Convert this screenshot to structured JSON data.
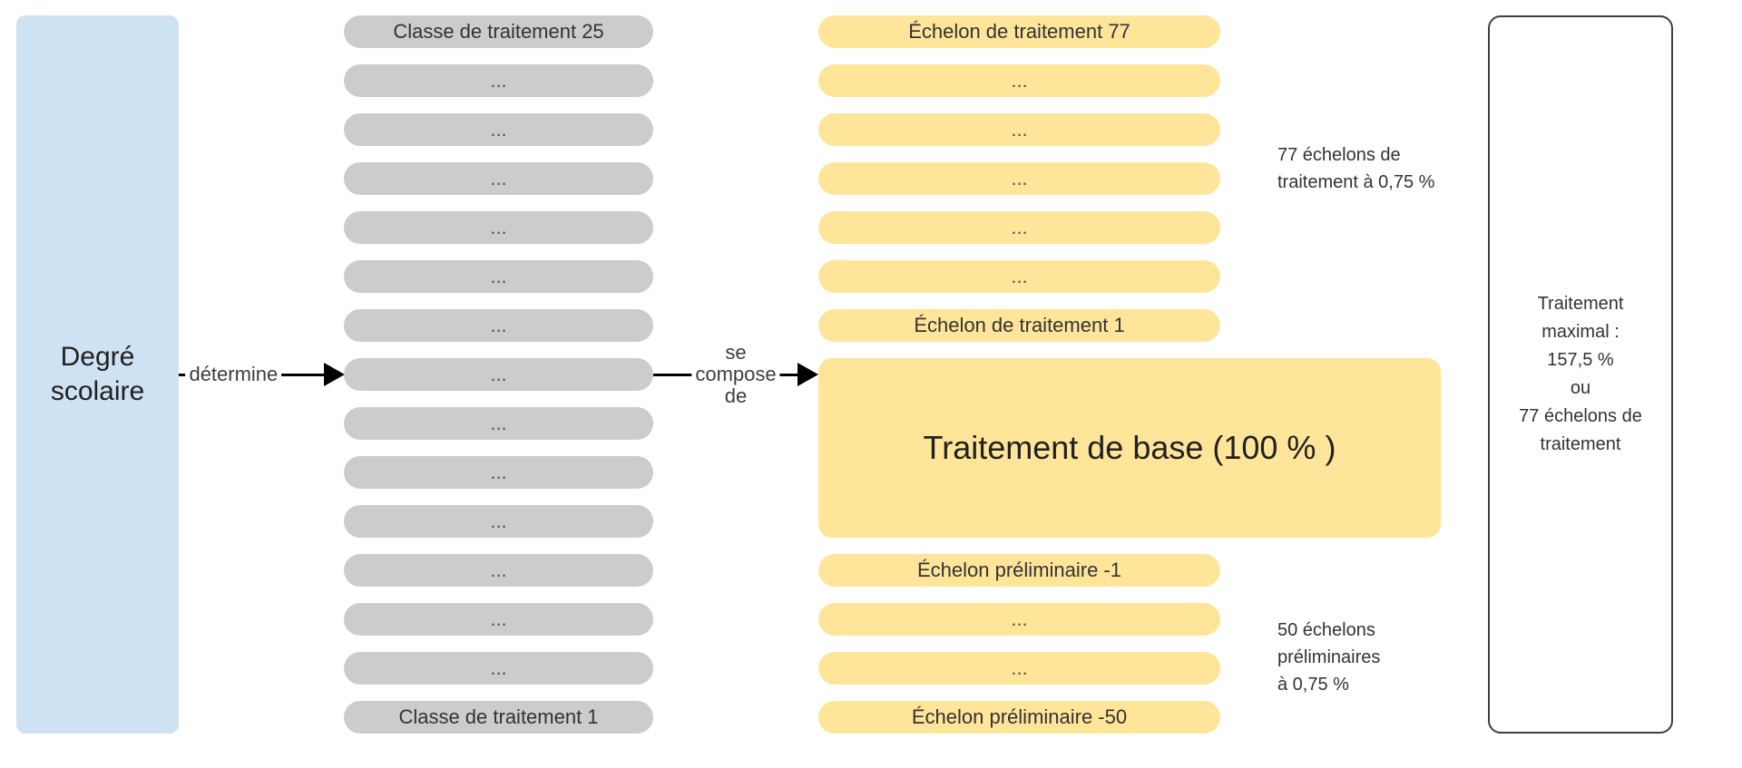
{
  "palette": {
    "source_blue": "#cfe2f3",
    "class_gray": "#cccccc",
    "echelon_yellow": "#ffe599",
    "arrow_black": "#000000",
    "summary_border": "#3f3f3f",
    "text_dark": "#212121",
    "text_gray": "#333333"
  },
  "degree_box": {
    "label": "Degré\nscolaire"
  },
  "determine_arrow": {
    "label": "détermine"
  },
  "compose_arrow": {
    "label": "se\ncompose\nde"
  },
  "class_column": {
    "items": [
      {
        "label": "Classe de traitement 25"
      },
      {
        "label": "...",
        "cls": "muted"
      },
      {
        "label": "...",
        "cls": "muted"
      },
      {
        "label": "...",
        "cls": "muted"
      },
      {
        "label": "...",
        "cls": "muted"
      },
      {
        "label": "...",
        "cls": "muted"
      },
      {
        "label": "...",
        "cls": "muted"
      },
      {
        "label": "...",
        "cls": "muted"
      },
      {
        "label": "...",
        "cls": "muted"
      },
      {
        "label": "...",
        "cls": "muted"
      },
      {
        "label": "...",
        "cls": "muted"
      },
      {
        "label": "...",
        "cls": "muted"
      },
      {
        "label": "...",
        "cls": "muted"
      },
      {
        "label": "...",
        "cls": "muted"
      },
      {
        "label": "Classe de traitement 1"
      }
    ]
  },
  "echelon_column": {
    "top_items": [
      {
        "label": "Échelon de traitement 77"
      },
      {
        "label": "...",
        "cls": "muted"
      },
      {
        "label": "...",
        "cls": "muted"
      },
      {
        "label": "...",
        "cls": "muted"
      },
      {
        "label": "...",
        "cls": "muted"
      },
      {
        "label": "...",
        "cls": "muted"
      },
      {
        "label": "Échelon de traitement 1"
      }
    ],
    "base_label": "Traitement de base (100 % )",
    "bottom_items": [
      {
        "label": "Échelon préliminaire -1"
      },
      {
        "label": "...",
        "cls": "muted"
      },
      {
        "label": "...",
        "cls": "muted"
      },
      {
        "label": "Échelon préliminaire -50"
      }
    ]
  },
  "annotations": {
    "echelons": "77 échelons de\ntraitement à 0,75 %",
    "preliminaires": "50 échelons\npréliminaires\nà 0,75 %"
  },
  "summary_box": {
    "text": "Traitement\nmaximal :\n157,5 %\nou\n77 échelons de\ntraitement"
  }
}
